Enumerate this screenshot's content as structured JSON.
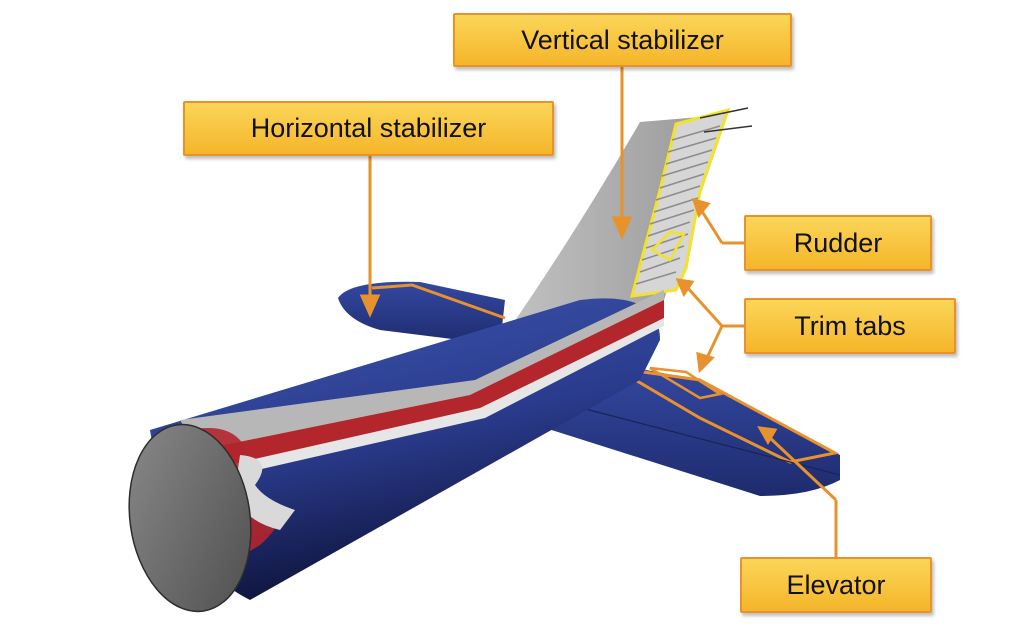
{
  "labels": {
    "vertical_stabilizer": "Vertical stabilizer",
    "horizontal_stabilizer": "Horizontal stabilizer",
    "rudder": "Rudder",
    "trim_tabs": "Trim tabs",
    "elevator": "Elevator"
  },
  "colors": {
    "fuselage_blue": "#2b3c8e",
    "fin_gray": "#b0b0b0",
    "stripe_red": "#b2262c",
    "callout_fill": "#f8c33b",
    "callout_border": "#e8922e",
    "leader_orange": "#e8922e",
    "outline_yellow": "#f4e12a",
    "tail_cap_gray": "#6e6e6e"
  }
}
